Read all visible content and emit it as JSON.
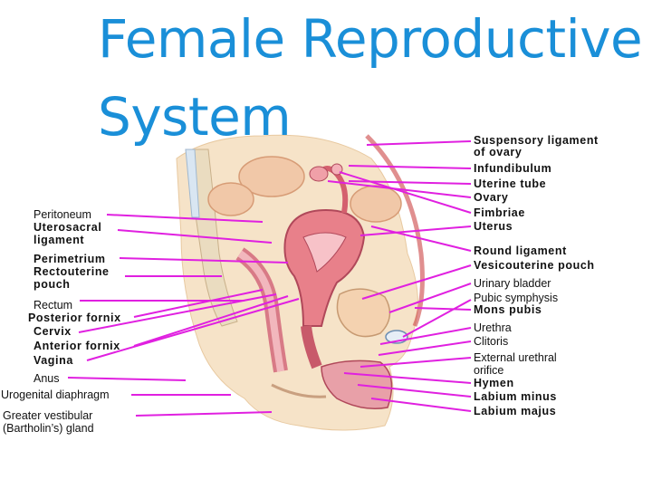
{
  "title": {
    "line1": "Female Reproductive",
    "line2": "System"
  },
  "left_labels": [
    "Peritoneum",
    "Uterosacral",
    "ligament",
    "Perimetrium",
    "Rectouterine",
    "pouch",
    "Rectum",
    "Posterior fornix",
    "Cervix",
    "Anterior fornix",
    "Vagina",
    "Anus",
    "Urogenital diaphragm",
    "Greater vestibular",
    "(Bartholin’s) gland"
  ],
  "right_labels": [
    "Suspensory ligament",
    "of ovary",
    "Infundibulum",
    "Uterine tube",
    "Ovary",
    "Fimbriae",
    "Uterus",
    "Round ligament",
    "Vesicouterine pouch",
    "Urinary bladder",
    "Pubic symphysis",
    "Mons pubis",
    "Urethra",
    "Clitoris",
    "External urethral",
    "orifice",
    "Hymen",
    "Labium minus",
    "Labium majus"
  ],
  "colors": {
    "title": "#1a8fd8",
    "leader_line": "#e020e0"
  }
}
